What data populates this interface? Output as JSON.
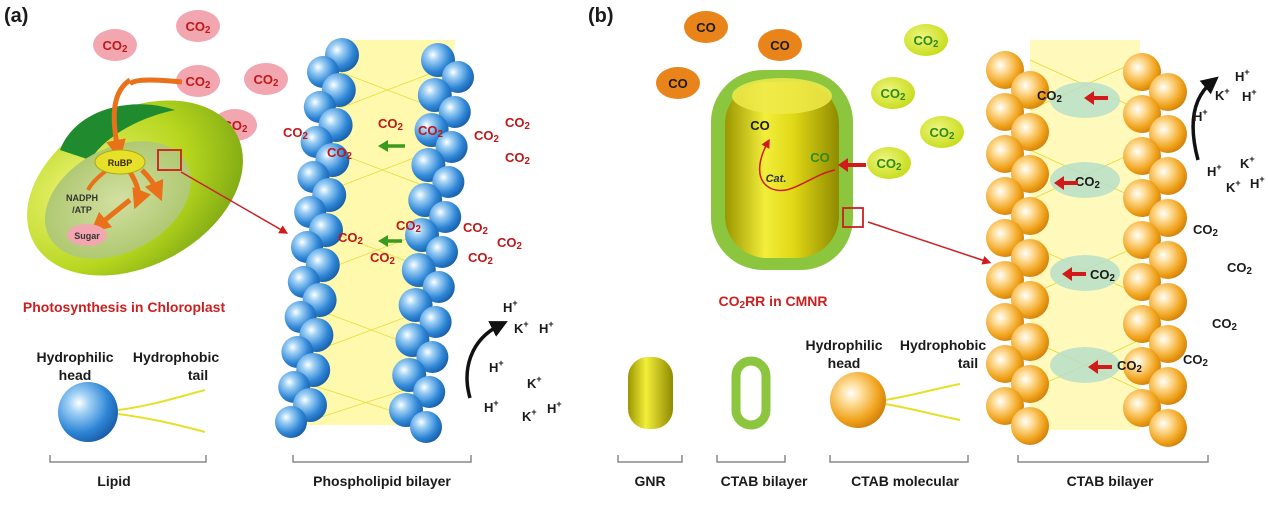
{
  "panels": {
    "a": "(a)",
    "b": "(b)"
  },
  "chloroplast": {
    "rubp": "RuBP",
    "nadph": "NADPH",
    "atp": "/ATP",
    "sugar": "Sugar",
    "caption": "Photosynthesis in Chloroplast",
    "gas": "CO2"
  },
  "membrane_a": {
    "gas": "CO2"
  },
  "ions": {
    "h": "H",
    "k": "K",
    "plus": "+"
  },
  "lipid": {
    "hydrophilic": "Hydrophilic",
    "head": "head",
    "hydrophobic": "Hydrophobic",
    "tail": "tail",
    "label": "Lipid"
  },
  "bilayer_a_label": "Phospholipid bilayer",
  "cmnr": {
    "co": "CO",
    "gas": "CO2",
    "cat": "Cat.",
    "caption_pre": "CO",
    "caption_sub": "2",
    "caption_post": "RR in CMNR"
  },
  "legend_b": {
    "gnr": "GNR",
    "ctab_bilayer": "CTAB bilayer",
    "ctab_molecular": "CTAB molecular",
    "hydrophilic": "Hydrophilic",
    "head": "head",
    "hydrophobic": "Hydrophobic",
    "tail": "tail"
  },
  "bilayer_b_label": "CTAB bilayer",
  "membrane_b": {
    "gas": "CO2"
  },
  "colors": {
    "lipid_blue": "#2e86d6",
    "ctab_orange": "#f0a21a",
    "co2_pink": "#f2a6b0",
    "co2_text": "#c01818",
    "co_orange": "#e8841a",
    "co2_lime": "#cde21a",
    "gnr_yellow": "#d4cc10",
    "ctab_green": "#8cc63f",
    "arrow_red": "#d11a1a",
    "arrow_green": "#3a9a1e",
    "caption_red": "#cc1f1f"
  }
}
